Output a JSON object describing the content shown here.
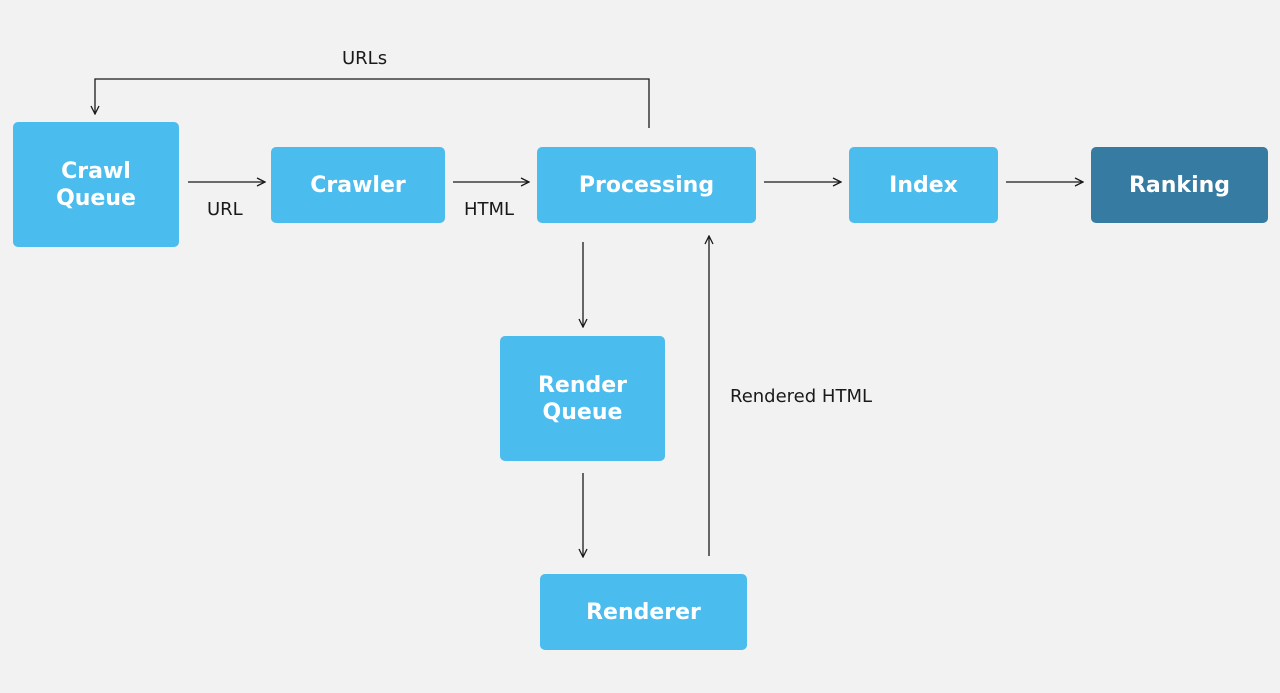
{
  "nodes": {
    "crawl_queue": "Crawl\nQueue",
    "crawler": "Crawler",
    "processing": "Processing",
    "index": "Index",
    "ranking": "Ranking",
    "render_queue": "Render\nQueue",
    "renderer": "Renderer"
  },
  "edge_labels": {
    "urls": "URLs",
    "url": "URL",
    "html": "HTML",
    "rendered_html": "Rendered HTML"
  },
  "colors": {
    "node": "#4bbcee",
    "node_dark": "#367ba1",
    "background": "#f2f2f2",
    "line": "#1a1a1a"
  }
}
